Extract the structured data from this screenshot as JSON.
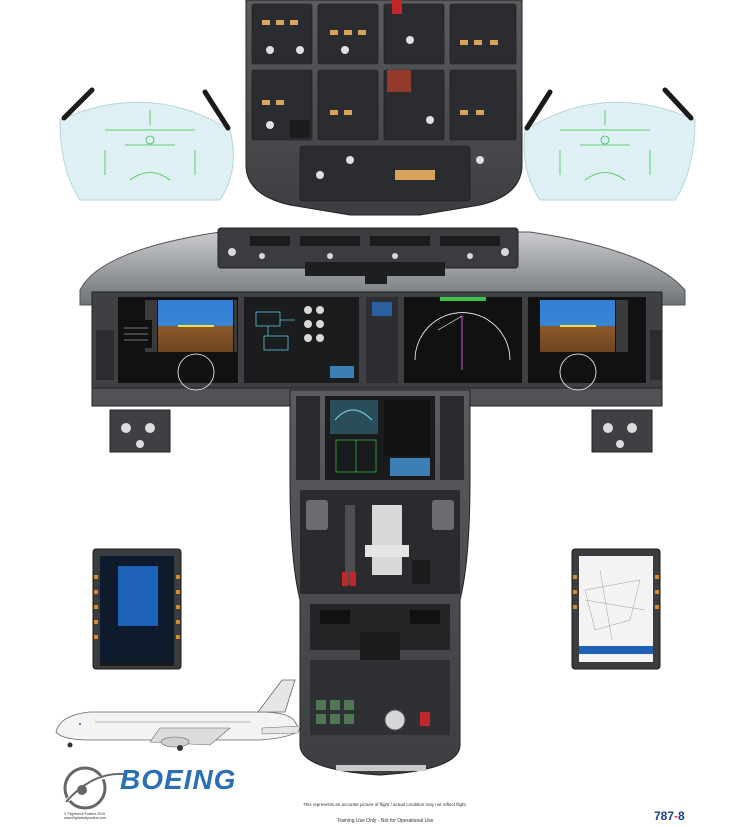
{
  "logo": {
    "wordmark": "BOEING",
    "icon": "boeing-globe-logo"
  },
  "model": {
    "prefix": "787",
    "sep": "-",
    "suffix": "8"
  },
  "copyright": {
    "line1": "© Flightdeck Posters 2016",
    "line2": "www.flightdeckposters.com"
  },
  "footer": {
    "note": "This represents an accurate picture of flight / actual condition may not reflect flight.",
    "training": "Training Use Only - Not for Operational Use"
  },
  "colors": {
    "panel": "#4a4c50",
    "panel_dark": "#2f3033",
    "glare": "#9a9c9f",
    "hud_glass": "#dff0f4",
    "hud_symbols": "#3ac24a",
    "sky": "#3a86d6",
    "ground": "#8b5a2b",
    "brand_blue": "#2a6fb8",
    "accent_red": "#e03a2f"
  }
}
